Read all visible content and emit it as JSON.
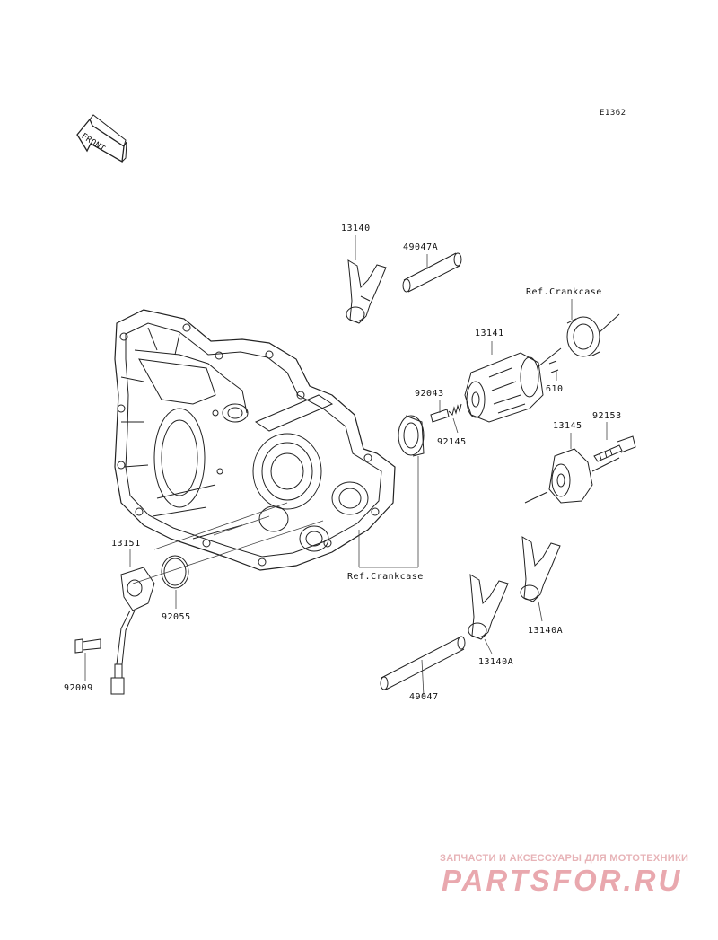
{
  "diagram_code": "E1362",
  "front_label": "FRONT",
  "parts": [
    {
      "id": "p13140",
      "label": "13140"
    },
    {
      "id": "p49047A",
      "label": "49047A"
    },
    {
      "id": "pRefTop",
      "label": "Ref.Crankcase"
    },
    {
      "id": "p13141",
      "label": "13141"
    },
    {
      "id": "p92043",
      "label": "92043"
    },
    {
      "id": "p610",
      "label": "610"
    },
    {
      "id": "p92145",
      "label": "92145"
    },
    {
      "id": "p13145",
      "label": "13145"
    },
    {
      "id": "p92153",
      "label": "92153"
    },
    {
      "id": "p13151",
      "label": "13151"
    },
    {
      "id": "pRefMid",
      "label": "Ref.Crankcase"
    },
    {
      "id": "p92055",
      "label": "92055"
    },
    {
      "id": "p13140A_r",
      "label": "13140A"
    },
    {
      "id": "p13140A_l",
      "label": "13140A"
    },
    {
      "id": "p92009",
      "label": "92009"
    },
    {
      "id": "p49047",
      "label": "49047"
    }
  ],
  "watermark": {
    "tagline": "ЗАПЧАСТИ И АКСЕССУАРЫ ДЛЯ МОТОТЕХНИКИ",
    "logo": "PARTSFOR.RU"
  },
  "colors": {
    "line": "#222222",
    "watermark": "#e9a8ae"
  }
}
